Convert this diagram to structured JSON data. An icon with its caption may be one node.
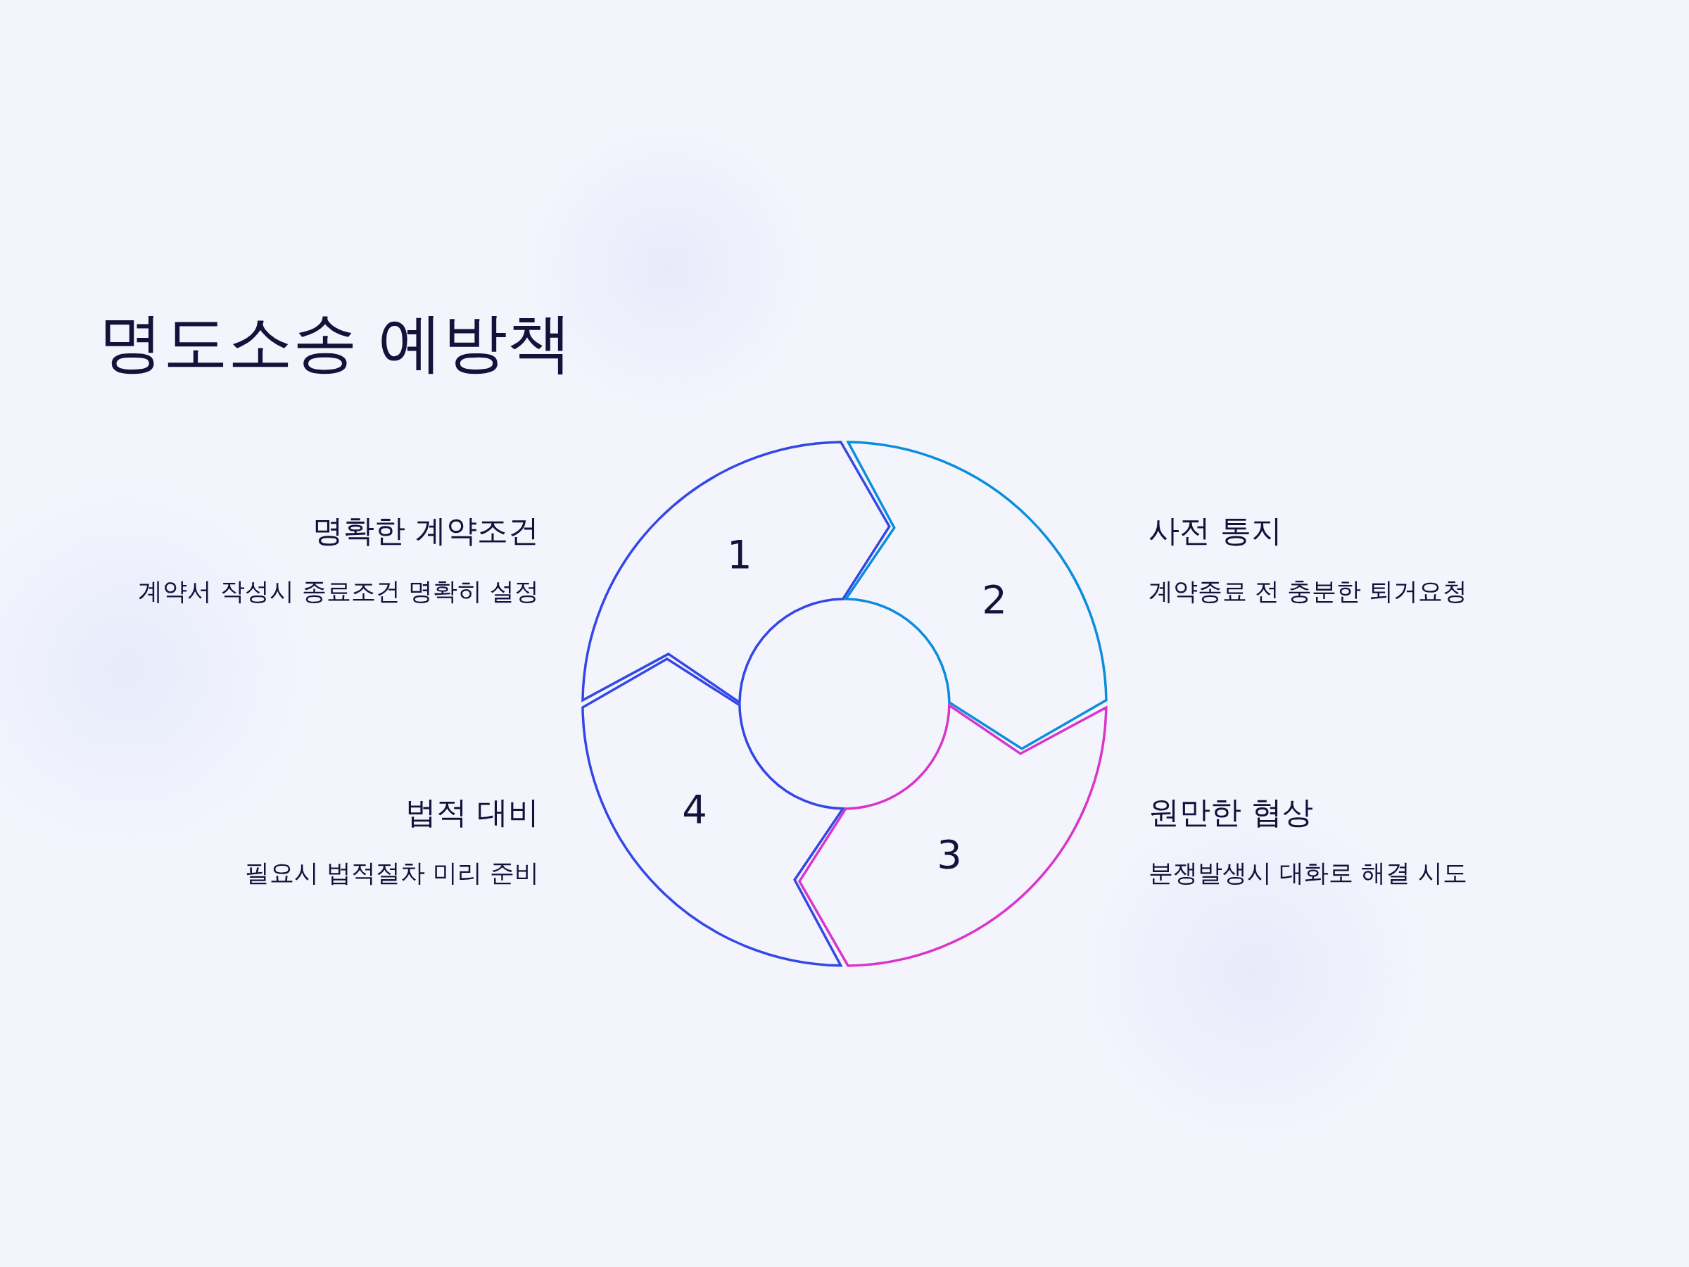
{
  "diagram": {
    "title": "명도소송 예방책",
    "nodes": [
      {
        "text": [
          "1"
        ],
        "beside": [
          "명확한 계약조건",
          "계약서 작성시 종료조건 명확히 설정"
        ]
      },
      {
        "text": [
          "2"
        ],
        "beside": [
          "사전 통지",
          "계약종료 전 충분한 퇴거요청"
        ]
      },
      {
        "text": [
          "3"
        ],
        "beside": [
          "원만한 협상",
          "분쟁발생시 대화로 해결 시도"
        ]
      },
      {
        "text": [
          "4"
        ],
        "beside": [
          "법적 대비",
          "필요시 법적절차 미리 준비"
        ]
      }
    ]
  }
}
